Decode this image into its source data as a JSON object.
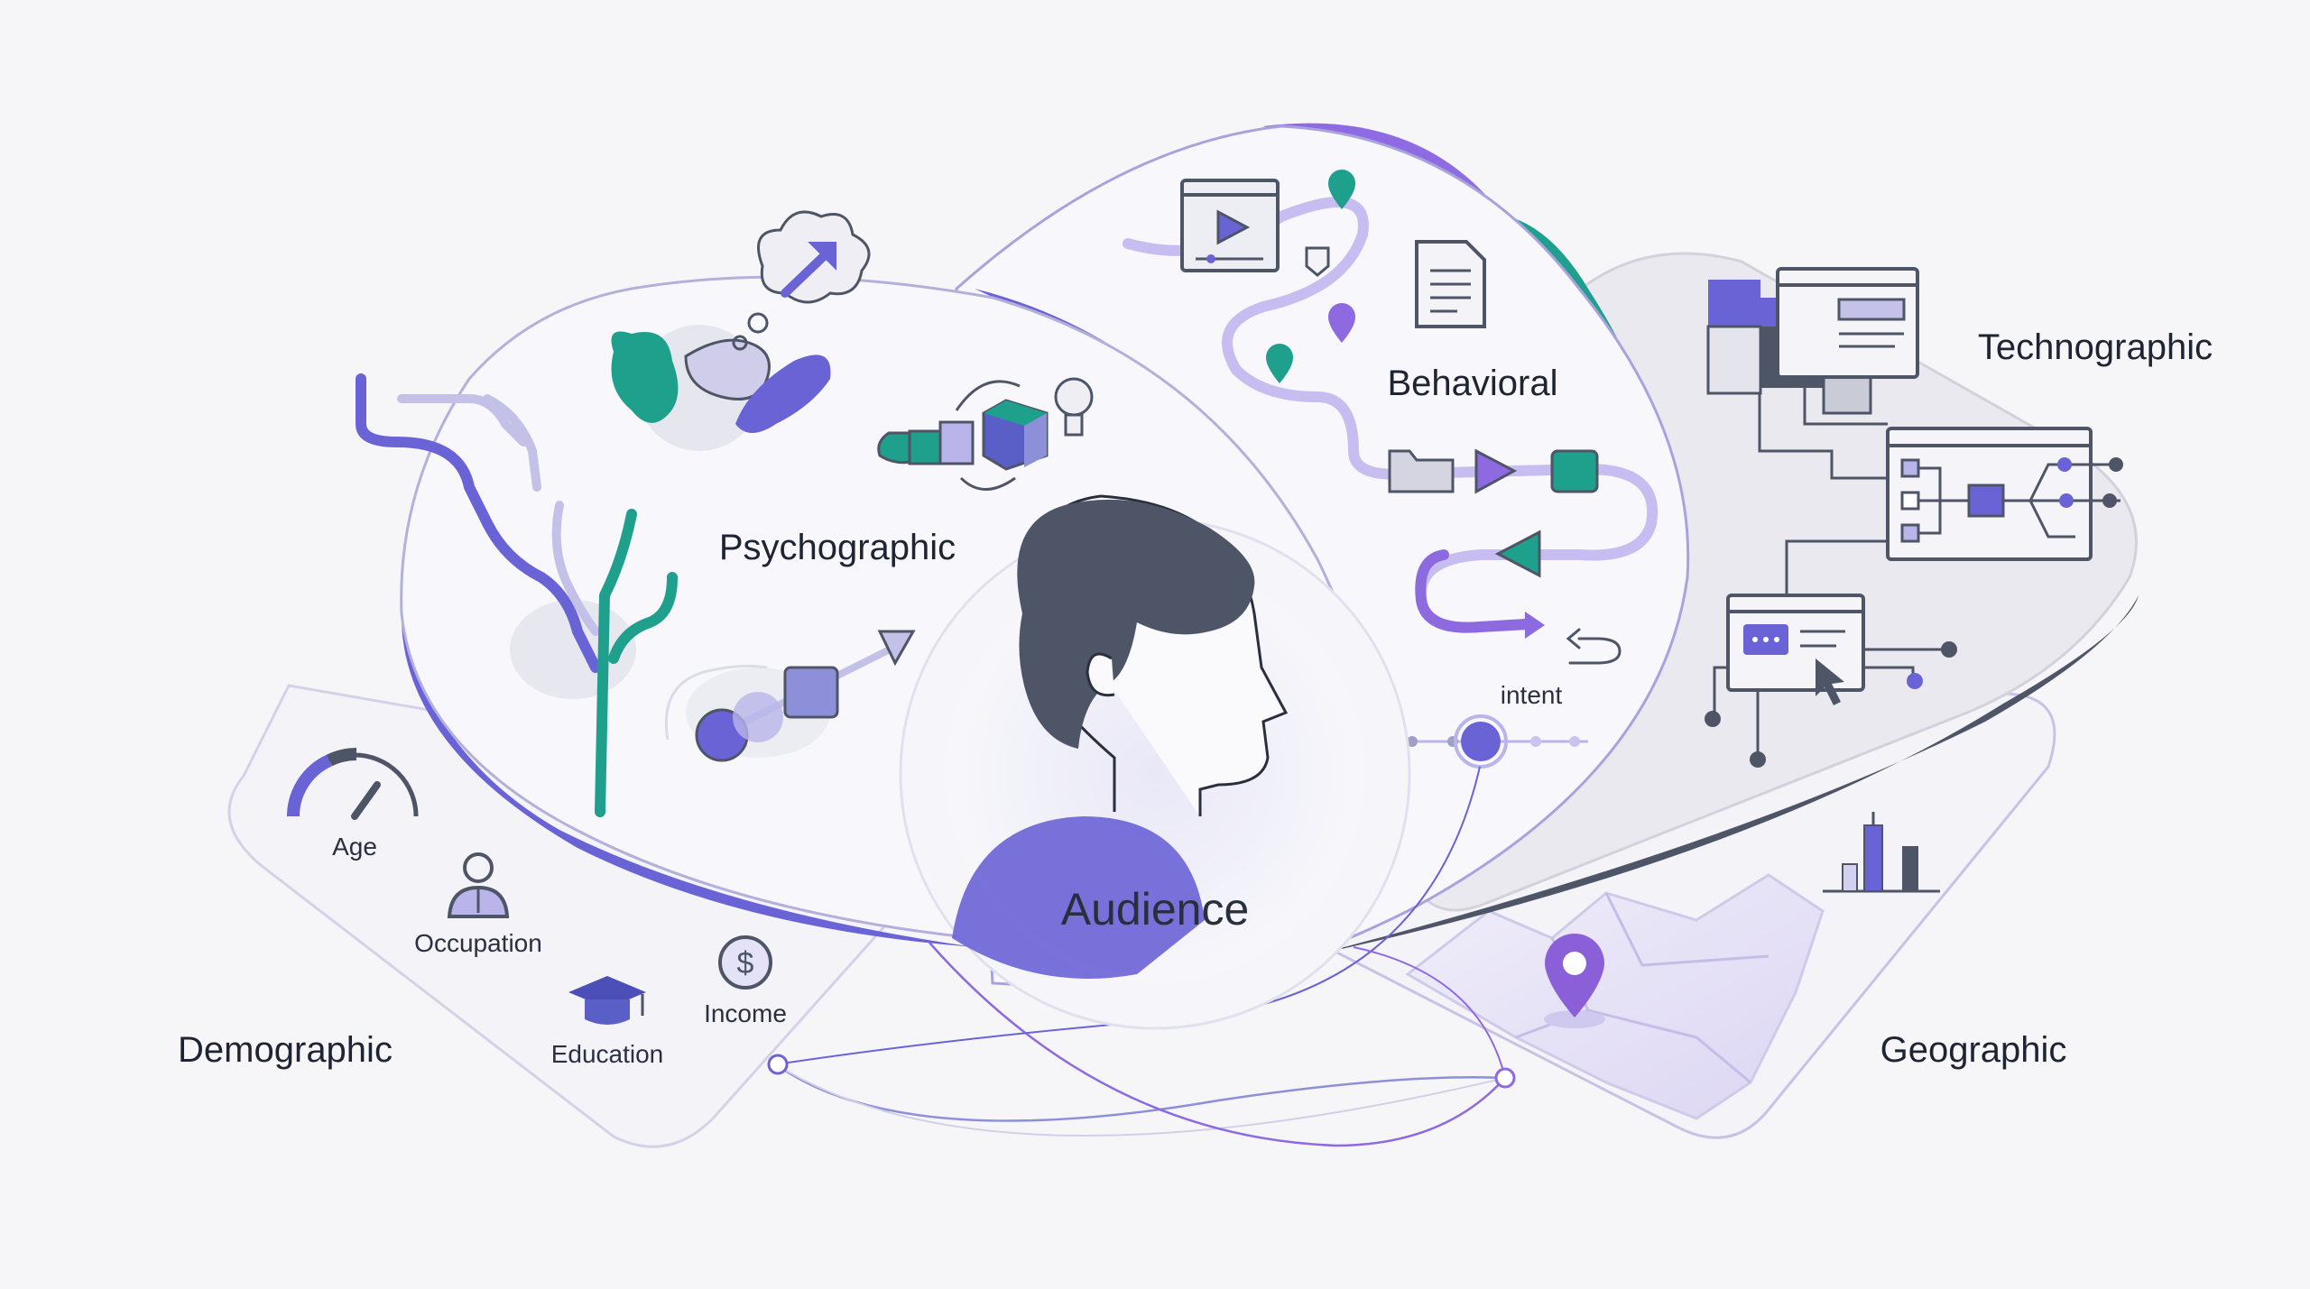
{
  "center_label": "Audience",
  "segments": {
    "demographic": "Demographic",
    "psychographic": "Psychographic",
    "behavioral": "Behavioral",
    "technographic": "Technographic",
    "geographic": "Geographic"
  },
  "demographic_items": {
    "age": "Age",
    "occupation": "Occupation",
    "education": "Education",
    "income": "Income"
  },
  "behavioral_items": {
    "intent": "intent"
  },
  "colors": {
    "purple": "#6a63d6",
    "violet": "#8d6ae0",
    "teal": "#1fa08d",
    "slate": "#4e5566",
    "panel": "#f9f9fc",
    "outline": "#c9c7e3"
  }
}
